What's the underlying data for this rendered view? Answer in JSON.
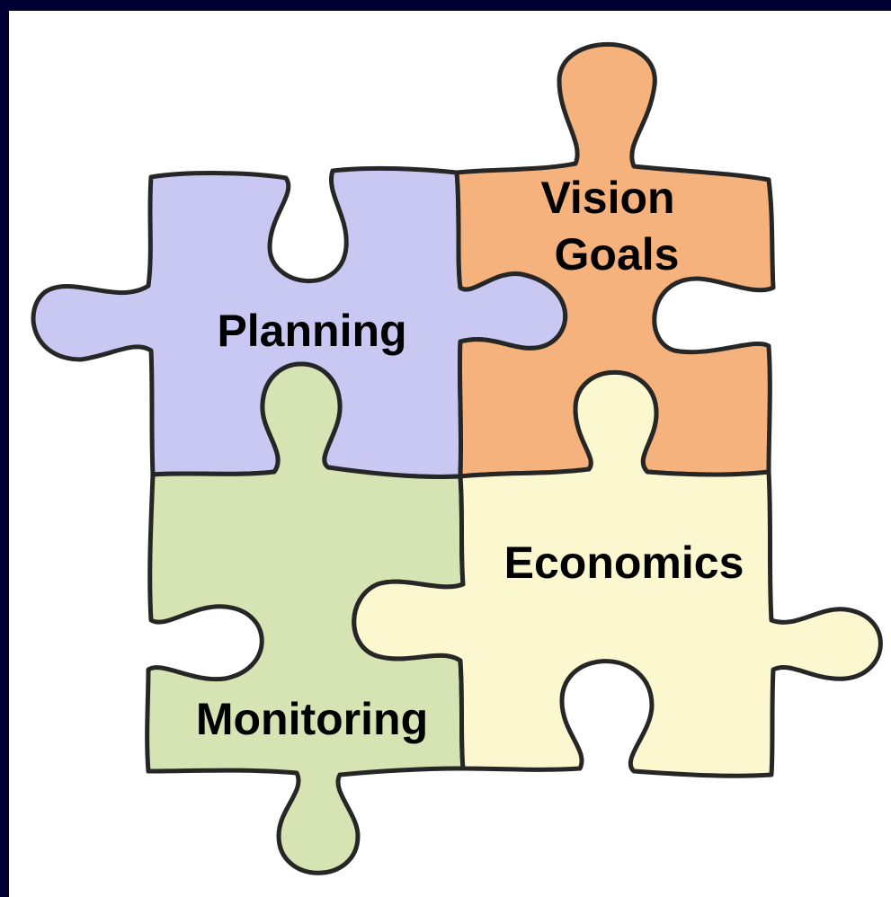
{
  "pieces": {
    "vision_goals": {
      "line1": "Vision",
      "line2": "Goals",
      "color": "#f5b27c"
    },
    "planning": {
      "label": "Planning",
      "color": "#c9c8f3"
    },
    "monitoring": {
      "label": "Monitoring",
      "color": "#d6e3b3"
    },
    "economics": {
      "label": "Economics",
      "color": "#fbf7cf"
    }
  },
  "colors": {
    "frame": "#000033",
    "outline": "#262626",
    "text": "#000000"
  }
}
